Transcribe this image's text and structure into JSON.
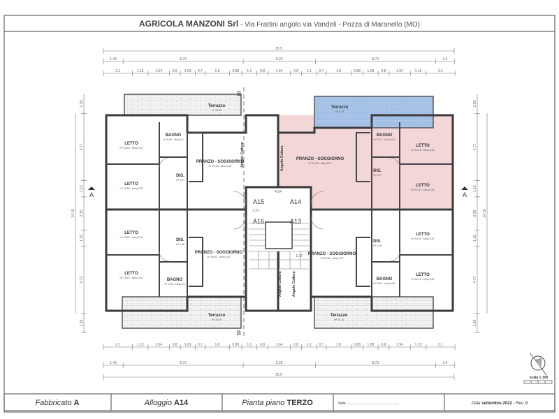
{
  "header": {
    "company": "AGRICOLA MANZONI Srl",
    "address": " - Via Frattini angolo via Vandeli - Pozza di Maranello (MO)"
  },
  "dimensions": {
    "top_total": 25.5,
    "top_main": [
      1.43,
      8.73,
      5.25,
      8.73,
      1.4
    ],
    "top_detail": [
      2.1,
      1.15,
      1.54,
      0.8,
      1.09,
      0.7,
      1.8,
      0.88,
      1.1,
      0.8,
      1.64,
      0.8,
      1.1,
      0.7,
      1.8,
      0.88,
      1.09,
      0.8,
      1.54,
      1.15,
      2.1
    ],
    "side_total": 14.18,
    "side_detail": [
      1.35,
      4.77,
      1.15,
      2.35,
      1.15,
      4.77,
      1.35
    ]
  },
  "section_marks": {
    "a": "A",
    "b": "B"
  },
  "units": {
    "a15": "A15",
    "a14": "A14",
    "a16": "A16",
    "a13": "A13"
  },
  "rooms": {
    "a15": [
      {
        "label": "LETTO",
        "area": "m² 16,15 - slmq 2,82"
      },
      {
        "label": "LETTO",
        "area": "m² 15,63 - slmq 2,82"
      },
      {
        "label": "BAGNO",
        "area": "m² 6,80 - slmq 0,5"
      },
      {
        "label": "DIS.",
        "area": "m² 1,97"
      },
      {
        "label": "PRANZO - SOGGIORNO",
        "area": "m² 29,50 - slmq 5,51"
      },
      {
        "label": "Terrazzo",
        "area": "m² 16,05"
      }
    ],
    "a14": [
      {
        "label": "LETTO",
        "area": "m² 16,15 - slmq 2,82"
      },
      {
        "label": "LETTO",
        "area": "m² 15,63 - slmq 2,82"
      },
      {
        "label": "BAGNO",
        "area": "m² 6,12 - slmq 0,51"
      },
      {
        "label": "DIS.",
        "area": "m² 1,97"
      },
      {
        "label": "PRANZO - SOGGIORNO",
        "area": "m² 29,50 - slmq 5,51"
      },
      {
        "label": "Terrazzo",
        "area": "m² 8,78"
      }
    ],
    "a16": [
      {
        "label": "LETTO",
        "area": "m² 15,63 - slmq 2,82"
      },
      {
        "label": "LETTO",
        "area": "m² 16,15 - slmq 2,82"
      },
      {
        "label": "BAGNO",
        "area": "m² 5,98 - slmq 0,6"
      },
      {
        "label": "DIS.",
        "area": "m² 1,96"
      },
      {
        "label": "PRANZO - SOGGIORNO",
        "area": "m² 26,82 - slmq 5,51"
      },
      {
        "label": "Terrazzo",
        "area": "m² 16,16"
      }
    ],
    "a13": [
      {
        "label": "LETTO",
        "area": "m² 15,63 - slmq 2,82"
      },
      {
        "label": "LETTO",
        "area": "m² 16,15 - slmq 2,82"
      },
      {
        "label": "BAGNO",
        "area": "m² 5,98 - slmq 0,51"
      },
      {
        "label": "DIS.",
        "area": "m² 1,96"
      },
      {
        "label": "PRANZO - SOGGIORNO",
        "area": "m² 26,82 - slmq 5,37"
      },
      {
        "label": "Terrazzo",
        "area": "m² 16,16"
      }
    ]
  },
  "angolo_cottura": "Angolo Cottura",
  "core_dims": {
    "width": "4.54",
    "landing": "1.22",
    "stair": "1.97"
  },
  "scale_label": "scala 1:100",
  "colors": {
    "highlight_unit": "#f3d6d8",
    "highlight_terrace": "#a9c4e8"
  },
  "footer": {
    "building_label": "Fabbricato",
    "building_value": "A",
    "unit_label": "Alloggio",
    "unit_value": "A14",
    "floor_label": "Pianta piano",
    "floor_value": "TERZO",
    "note_label": "Note ......................................................",
    "date_label": "Data",
    "date_value": "settembre 2022",
    "rev_label": " - Rev.",
    "rev_value": "0"
  }
}
